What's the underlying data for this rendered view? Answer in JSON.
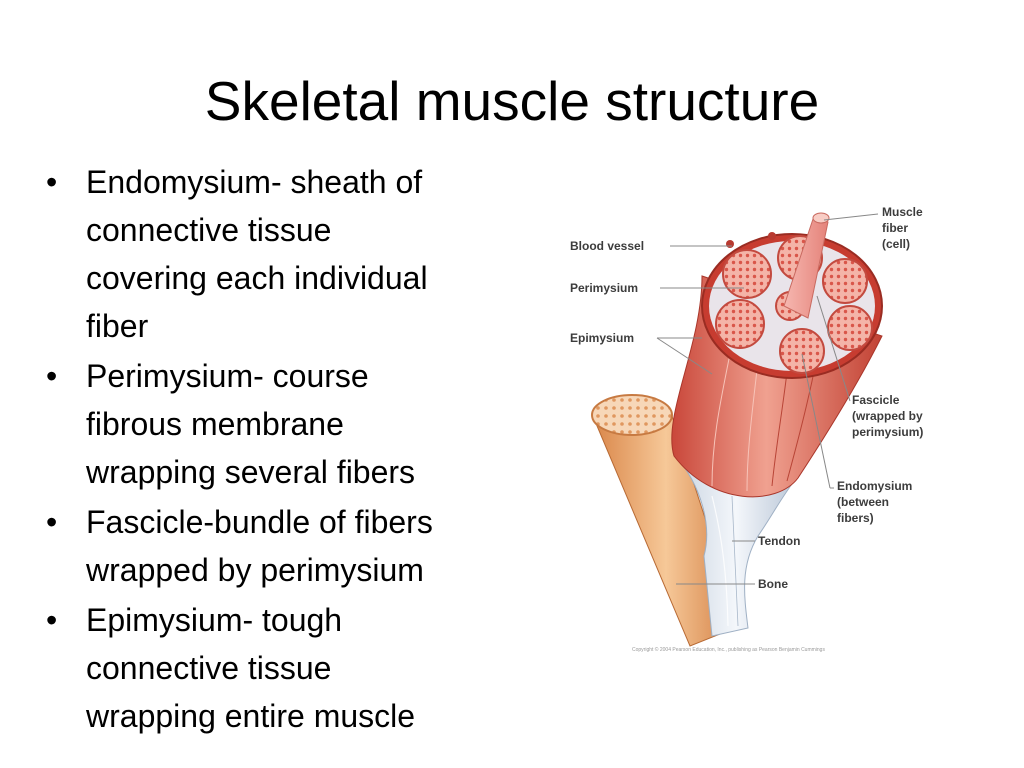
{
  "slide": {
    "title": "Skeletal muscle structure",
    "bullets": [
      {
        "mark": "•",
        "lines": [
          "Endomysium- sheath of",
          "connective tissue",
          "covering each individual",
          "fiber"
        ]
      },
      {
        "mark": "•",
        "lines": [
          "Perimysium- course",
          "fibrous membrane",
          "wrapping several fibers"
        ]
      },
      {
        "mark": "•",
        "lines": [
          "Fascicle-bundle of fibers",
          "wrapped by perimysium"
        ]
      },
      {
        "mark": "•",
        "lines": [
          "Epimysium- tough",
          "connective tissue",
          "wrapping entire muscle"
        ]
      }
    ]
  },
  "figure": {
    "labels": {
      "blood_vessel": "Blood vessel",
      "perimysium": "Perimysium",
      "epimysium": "Epimysium",
      "muscle_fiber": [
        "Muscle",
        "fiber",
        "(cell)"
      ],
      "fascicle": [
        "Fascicle",
        "(wrapped by",
        "perimysium)"
      ],
      "endomysium": [
        "Endomysium",
        "(between",
        "fibers)"
      ],
      "tendon": "Tendon",
      "bone": "Bone"
    },
    "copyright": "Copyright © 2004 Pearson Education, Inc., publishing as Pearson Benjamin Cummings",
    "colors": {
      "muscle": "#d9584a",
      "muscle_light": "#f09a8a",
      "bone": "#e9a06a",
      "tendon": "#dde6f0",
      "leader_line": "#888888"
    }
  }
}
